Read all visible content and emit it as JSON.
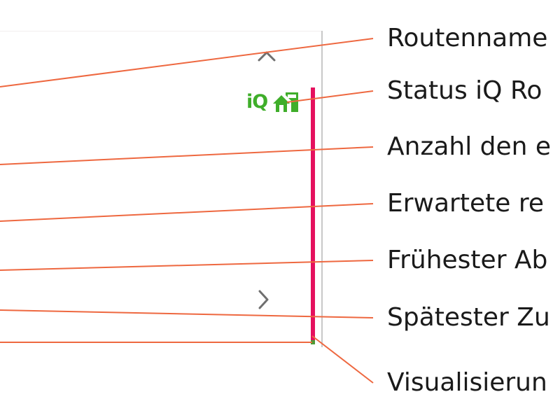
{
  "status": {
    "iq_text": "iQ",
    "iq_color": "#3fae2a",
    "home_icon": "home-icon"
  },
  "route_bar": {
    "color": "#e5115e",
    "end_color": "#4e9a36"
  },
  "callouts": {
    "line_color": "#ee6840",
    "labels": [
      "Routenname",
      "Status iQ Ro",
      "Anzahl den e",
      "Erwartete re",
      "Frühester Ab",
      "Spätester Zu",
      "Visualisierun"
    ]
  },
  "icons": {
    "scroll_up": "chevron-up-icon",
    "navigate": "chevron-right-icon"
  }
}
